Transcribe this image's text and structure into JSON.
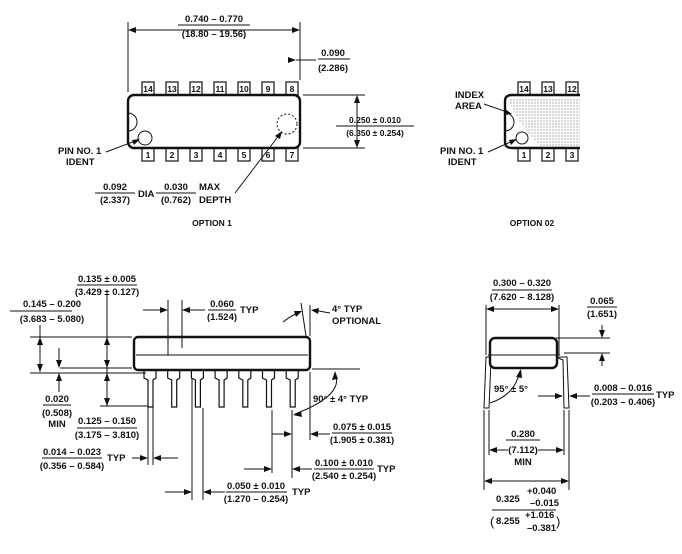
{
  "top_view": {
    "length_in": "0.740 – 0.770",
    "length_mm": "(18.80 – 19.56)",
    "pin_offset_in": "0.090",
    "pin_offset_mm": "(2.286)",
    "width_in": "0.250 ± 0.010",
    "width_mm": "(6.350 ± 0.254)",
    "pin1_label_1": "PIN NO. 1",
    "pin1_label_2": "IDENT",
    "dia_in": "0.092",
    "dia_mm": "(2.337)",
    "dia_label": "DIA",
    "depth_in": "0.030",
    "depth_mm": "(0.762)",
    "depth_label_1": "MAX",
    "depth_label_2": "DEPTH",
    "caption": "OPTION 1",
    "top_pins": [
      "14",
      "13",
      "12",
      "11",
      "10",
      "9",
      "8"
    ],
    "bottom_pins": [
      "1",
      "2",
      "3",
      "4",
      "5",
      "6",
      "7"
    ]
  },
  "option2_view": {
    "index_label_1": "INDEX",
    "index_label_2": "AREA",
    "pin1_label_1": "PIN NO. 1",
    "pin1_label_2": "IDENT",
    "caption": "OPTION 02",
    "top_pins": [
      "14",
      "13",
      "12"
    ],
    "bottom_pins": [
      "1",
      "2",
      "3"
    ]
  },
  "side_view": {
    "body_h_in": "0.135 ± 0.005",
    "body_h_mm": "(3.429 ± 0.127)",
    "total_h_in": "0.145 – 0.200",
    "total_h_mm": "(3.683 – 5.080)",
    "shoulder_in": "0.060",
    "shoulder_mm": "(1.524)",
    "shoulder_typ": "TYP",
    "draft_1": "4° TYP",
    "draft_2": "OPTIONAL",
    "standoff_in": "0.020",
    "standoff_mm": "(0.508)",
    "standoff_min": "MIN",
    "lead_len_in": "0.125 – 0.150",
    "lead_len_mm": "(3.175 – 3.810)",
    "angle": "90° ± 4°  TYP",
    "end_in": "0.075 ± 0.015",
    "end_mm": "(1.905 ± 0.381)",
    "lead_w_in": "0.014 – 0.023",
    "lead_w_mm": "(0.356 – 0.584)",
    "lead_w_typ": "TYP",
    "pitch_in": "0.100 ± 0.010",
    "pitch_mm": "(2.540 ± 0.254)",
    "pitch_typ": "TYP",
    "upper_w_in": "0.050 ± 0.010",
    "upper_w_mm": "(1.270 – 0.254)",
    "upper_w_typ": "TYP"
  },
  "end_view": {
    "width_in": "0.300 – 0.320",
    "width_mm": "(7.620 – 8.128)",
    "offset_in": "0.065",
    "offset_mm": "(1.651)",
    "angle": "95° ± 5°",
    "thick_in": "0.008 – 0.016",
    "thick_mm": "(0.203 – 0.406)",
    "thick_typ": "TYP",
    "inner_in": "0.280",
    "inner_mm": "(7.112)",
    "inner_min": "MIN",
    "span_in": "0.325",
    "span_tol_plus": "+0.040",
    "span_tol_minus": "–0.015",
    "span_mm": "8.255",
    "span_mm_plus": "+1.016",
    "span_mm_minus": "–0.381"
  }
}
